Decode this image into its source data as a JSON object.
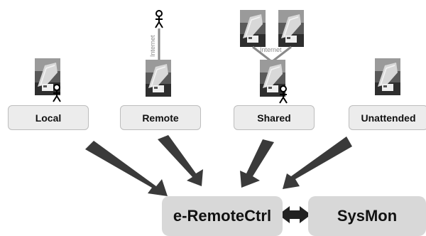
{
  "modes": [
    {
      "label": "Local"
    },
    {
      "label": "Remote"
    },
    {
      "label": "Shared"
    },
    {
      "label": "Unattended"
    }
  ],
  "connections": {
    "remote_link": "Internet",
    "shared_link": "Internet"
  },
  "targets": {
    "controller": "e-RemoteCtrl",
    "monitor": "SysMon"
  },
  "icons": {
    "antenna": "satellite-dish-photo",
    "user": "stick-figure-user-icon"
  },
  "colors": {
    "box_fill": "#ececec",
    "box_border": "#bdbdbd",
    "target_fill": "#d8d8d8",
    "arrow": "#3a3a3a",
    "link": "#8a8a8a"
  }
}
